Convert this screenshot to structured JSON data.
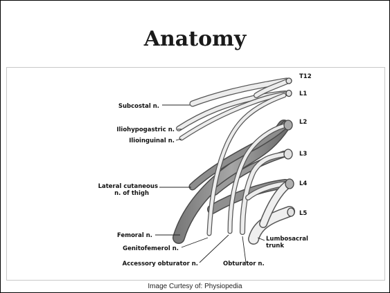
{
  "slide": {
    "title": "Anatomy",
    "caption": "Image Curtesy of: Physiopedia"
  },
  "diagram": {
    "roots": [
      "T12",
      "L1",
      "L2",
      "L3",
      "L4",
      "L5"
    ],
    "nerves": {
      "subcostal": "Subcostal n.",
      "iliohypogastric": "Iliohypogastric n.",
      "ilioinguinal": "Ilioinguinal n.",
      "lateral_cutaneous_1": "Lateral cutaneous",
      "lateral_cutaneous_2": "n. of thigh",
      "femoral": "Femoral n.",
      "genitofemoral": "Genitofemerol n.",
      "accessory_obturator": "Accessory obturator n.",
      "obturator": "Obturator n.",
      "lumbosacral_1": "Lumbosacral",
      "lumbosacral_2": "trunk"
    },
    "colors": {
      "nerve_light": "#e6e6e6",
      "nerve_dark": "#8c8c8c",
      "outline": "#444444"
    }
  }
}
